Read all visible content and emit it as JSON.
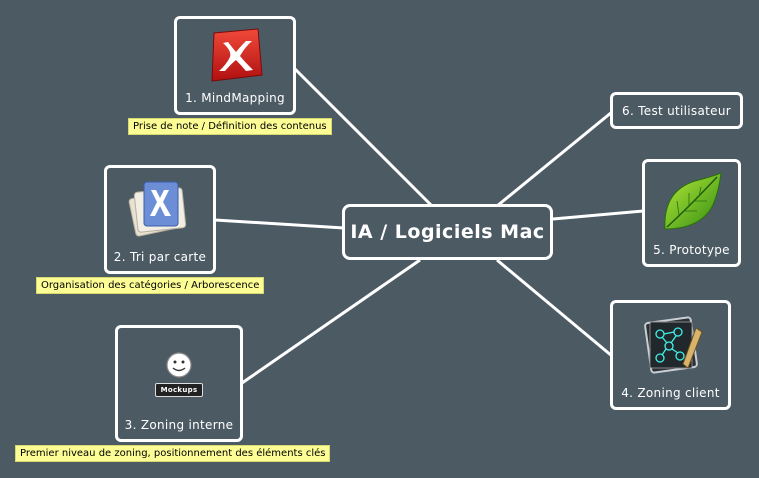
{
  "central_topic": "IA / Logiciels Mac",
  "nodes": {
    "mindmapping": {
      "label": "1. MindMapping",
      "note": "Prise de note / Définition des contenus",
      "icon": "xmind-icon"
    },
    "tri_carte": {
      "label": "2. Tri par carte",
      "note": "Organisation des catégories / Arborescence",
      "icon": "cardsort-icon"
    },
    "zoning_interne": {
      "label": "3. Zoning interne",
      "note": "Premier niveau de zoning, positionnement des éléments clés",
      "icon": "mockups-icon",
      "icon_text": "Mockups"
    },
    "zoning_client": {
      "label": "4. Zoning client",
      "icon": "omnigraffle-icon"
    },
    "prototype": {
      "label": "5. Prototype",
      "icon": "leaf-icon"
    },
    "test_utilisateur": {
      "label": "6. Test utilisateur"
    }
  },
  "colors": {
    "background": "#4c5a64",
    "node_border": "#ffffff",
    "note_bg": "#fdfd96"
  }
}
